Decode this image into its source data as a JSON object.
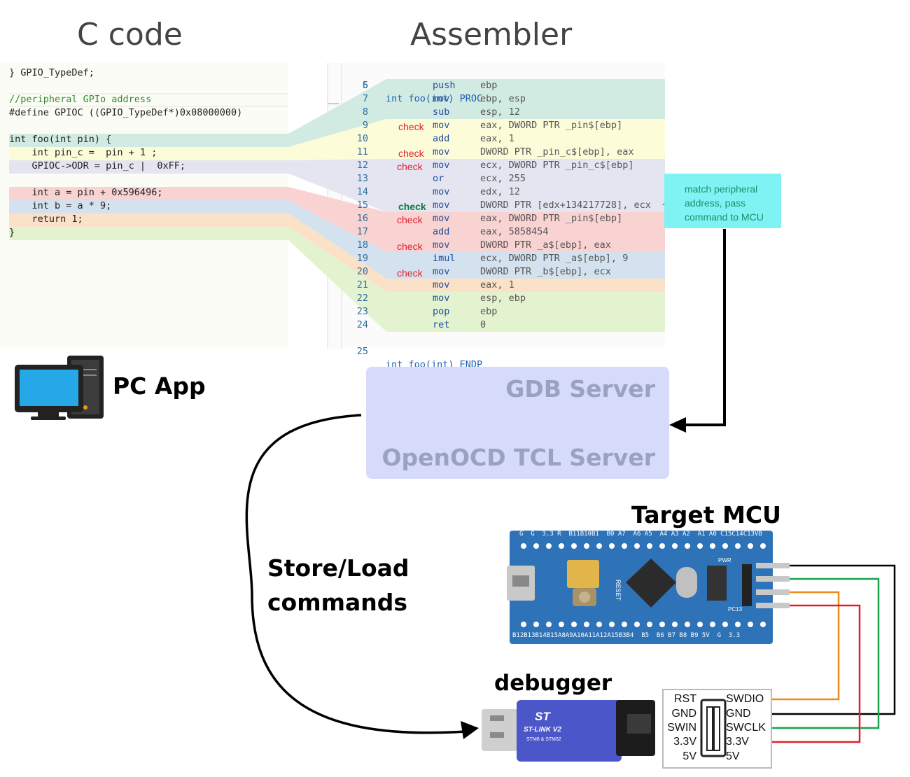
{
  "titles": {
    "c_code": "C code",
    "assembler": "Assembler"
  },
  "c_code": {
    "lines": [
      {
        "text": "} GPIO_TypeDef;",
        "color": "#222222"
      },
      {
        "text": "//peripheral GPIo address",
        "color": "#2e8b2e"
      },
      {
        "text": "#define GPIOC ((GPIO_TypeDef*)0x08000000)",
        "color": "#222222"
      },
      {
        "text": "int foo(int pin) {",
        "color": "#222222"
      },
      {
        "text": "    int pin_c =  pin + 1 ;",
        "color": "#222222"
      },
      {
        "text": "    GPIOC->ODR = pin_c |  0xFF;",
        "color": "#222222"
      },
      {
        "text": "    int a = pin + 0x596496;",
        "color": "#222222"
      },
      {
        "text": "    int b = a * 9;",
        "color": "#222222"
      },
      {
        "text": "    return 1;",
        "color": "#222222"
      },
      {
        "text": "}",
        "color": "#222222"
      }
    ]
  },
  "assembler": {
    "header": {
      "num": "5",
      "text": "int foo(int) PROC"
    },
    "footer": {
      "num": "25",
      "text": "int foo(int) ENDP"
    },
    "rows": [
      {
        "num": "6",
        "op": "push",
        "args": "ebp",
        "check": ""
      },
      {
        "num": "7",
        "op": "mov",
        "args": "ebp, esp",
        "check": ""
      },
      {
        "num": "8",
        "op": "sub",
        "args": "esp, 12",
        "check": ""
      },
      {
        "num": "9",
        "op": "mov",
        "args": "eax, DWORD PTR _pin$[ebp]",
        "check": "check"
      },
      {
        "num": "10",
        "op": "add",
        "args": "eax, 1",
        "check": ""
      },
      {
        "num": "11",
        "op": "mov",
        "args": "DWORD PTR _pin_c$[ebp], eax",
        "check": "check"
      },
      {
        "num": "12",
        "op": "mov",
        "args": "ecx, DWORD PTR _pin_c$[ebp]",
        "check": "check"
      },
      {
        "num": "13",
        "op": "or",
        "args": "ecx, 255",
        "check": ""
      },
      {
        "num": "14",
        "op": "mov",
        "args": "edx, 12",
        "check": ""
      },
      {
        "num": "15",
        "op": "mov",
        "args": "DWORD PTR [edx+134217728], ecx",
        "check": "check"
      },
      {
        "num": "16",
        "op": "mov",
        "args": "eax, DWORD PTR _pin$[ebp]",
        "check": "check"
      },
      {
        "num": "17",
        "op": "add",
        "args": "eax, 5858454",
        "check": ""
      },
      {
        "num": "18",
        "op": "mov",
        "args": "DWORD PTR _a$[ebp], eax",
        "check": "check"
      },
      {
        "num": "19",
        "op": "imul",
        "args": "ecx, DWORD PTR _a$[ebp], 9",
        "check": ""
      },
      {
        "num": "20",
        "op": "mov",
        "args": "DWORD PTR _b$[ebp], ecx",
        "check": "check"
      },
      {
        "num": "21",
        "op": "mov",
        "args": "eax, 1",
        "check": ""
      },
      {
        "num": "22",
        "op": "mov",
        "args": "esp, ebp",
        "check": ""
      },
      {
        "num": "23",
        "op": "pop",
        "args": "ebp",
        "check": ""
      },
      {
        "num": "24",
        "op": "ret",
        "args": "0",
        "check": ""
      }
    ]
  },
  "annotation": {
    "lines": [
      "match peripheral",
      "address, pass",
      "command to MCU"
    ]
  },
  "labels": {
    "pc_app": "PC App",
    "gdb_server": "GDB Server",
    "openocd_server": "OpenOCD TCL Server",
    "store_load_1": "Store/Load",
    "store_load_2": "commands",
    "target_mcu": "Target MCU",
    "debugger": "debugger"
  },
  "board": {
    "top_pins": "G  G  3.3 R  B11B10B1  B0 A7  A6 A5  A4 A3 A2  A1 A0 C15C14C13VB",
    "bottom_pins": "B12B13B14B15A8A9A10A11A12A15B3B4  B5  B6 B7 B8 B9 5V  G  3.3",
    "reset": "RESET",
    "pwr": "PWR",
    "pc13": "PC13"
  },
  "stlink": {
    "brand": "ST",
    "model": "ST-LINK V2",
    "sub": "STM8 & STM32"
  },
  "connector": {
    "left": [
      "RST",
      "GND",
      "SWIN",
      "3.3V",
      "5V"
    ],
    "right": [
      "SWDIO",
      "GND",
      "SWCLK",
      "3.3V",
      "5V"
    ]
  },
  "colors": {
    "band_teal": "#d2ebe2",
    "band_yellow": "#fdfcd9",
    "band_lavender": "#e5e5f2",
    "band_salmon": "#f9d2d2",
    "band_blue": "#d3e2ee",
    "band_peach": "#fbe1c7",
    "band_green": "#e3f2cf",
    "check_red": "#e0202a",
    "check_green": "#0f7a3c",
    "server_bg": "#d6dbfb",
    "note_bg": "#7ff3f3",
    "board_blue": "#2e72b8"
  }
}
